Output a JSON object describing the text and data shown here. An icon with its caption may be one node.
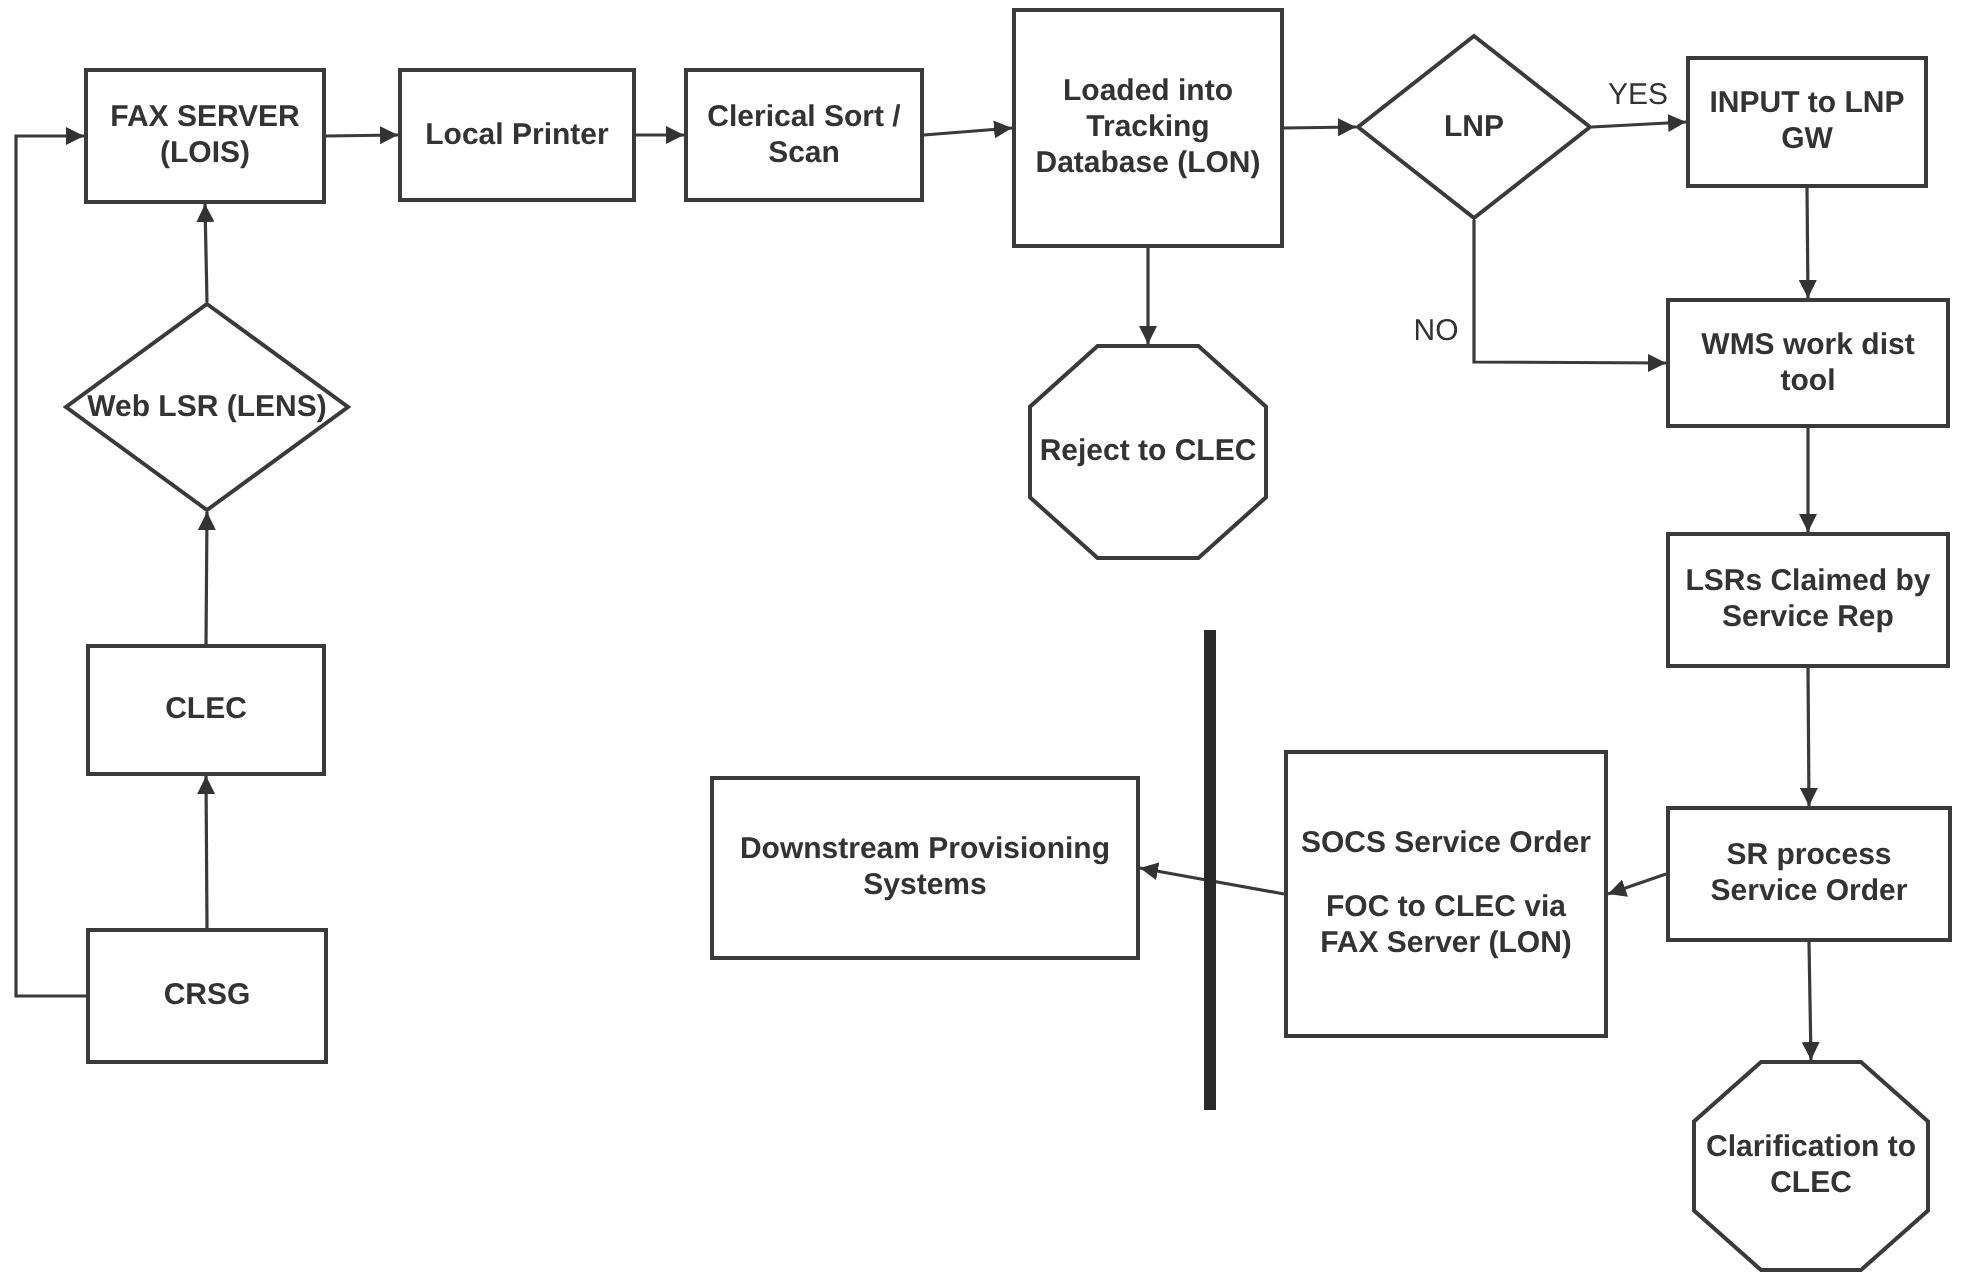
{
  "diagram": {
    "nodes": [
      {
        "text": [
          "FAX SERVER (LOIS)"
        ]
      },
      {
        "text": [
          "Local Printer"
        ]
      },
      {
        "text": [
          "Clerical Sort / Scan"
        ]
      },
      {
        "text": [
          "Loaded into Tracking Database (LON)"
        ]
      },
      {
        "text": [
          "LNP"
        ]
      },
      {
        "text": [
          "INPUT to LNP GW"
        ]
      },
      {
        "text": [
          "Web LSR (LENS)"
        ]
      },
      {
        "text": [
          "Reject to CLEC"
        ]
      },
      {
        "text": [
          "WMS work dist tool"
        ]
      },
      {
        "text": [
          "LSRs Claimed by Service Rep"
        ]
      },
      {
        "text": [
          "CLEC"
        ]
      },
      {
        "text": [
          "Downstream Provisioning Systems"
        ]
      },
      {
        "text": [
          "SOCS Service Order",
          "FOC to CLEC via FAX Server (LON)"
        ]
      },
      {
        "text": [
          "SR process Service Order"
        ]
      },
      {
        "text": [
          "CRSG"
        ]
      },
      {
        "text": [
          "Clarification to CLEC"
        ]
      }
    ],
    "edges": [
      {
        "from": 14,
        "to": 10,
        "arrow": "to"
      },
      {
        "from": 10,
        "to": 6,
        "arrow": "to"
      },
      {
        "from": 6,
        "to": 0,
        "arrow": "to"
      },
      {
        "from": 14,
        "to": 0,
        "arrow": "to"
      },
      {
        "from": 0,
        "to": 1,
        "arrow": "to"
      },
      {
        "from": 1,
        "to": 2,
        "arrow": "to"
      },
      {
        "from": 2,
        "to": 3,
        "arrow": "to"
      },
      {
        "from": 3,
        "to": 4,
        "arrow": "to"
      },
      {
        "from": 3,
        "to": 7,
        "arrow": "to"
      },
      {
        "from": 4,
        "to": 5,
        "arrow": "to",
        "label": "YES"
      },
      {
        "from": 4,
        "to": 8,
        "arrow": "to",
        "label": "NO"
      },
      {
        "from": 5,
        "to": 8,
        "arrow": "to"
      },
      {
        "from": 8,
        "to": 9,
        "arrow": "to"
      },
      {
        "from": 9,
        "to": 13,
        "arrow": "to"
      },
      {
        "from": 13,
        "to": 12,
        "arrow": "to"
      },
      {
        "from": 12,
        "to": 11,
        "arrow": "to"
      },
      {
        "from": 13,
        "to": 15,
        "arrow": "to"
      }
    ]
  }
}
